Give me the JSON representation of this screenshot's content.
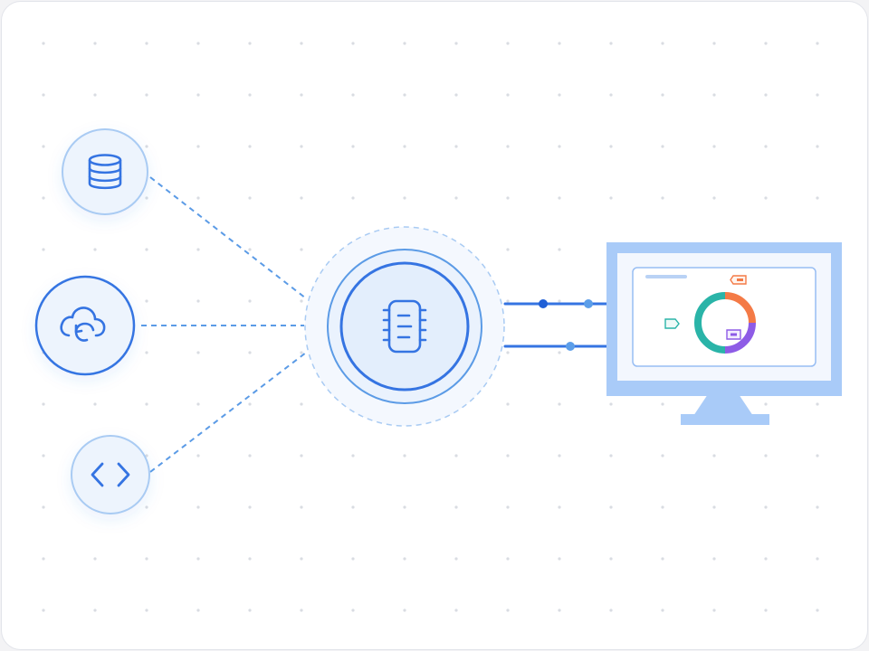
{
  "colors": {
    "background": "#ffffff",
    "page": "#f3f3f5",
    "grid_dot": "#d9dce2",
    "node_fill": "#edf4fd",
    "node_stroke": "#a9cbf3",
    "node_stroke_active": "#3574e2",
    "icon": "#3574e2",
    "connector": "#5b9be6",
    "connector_solid": "#3574e2",
    "connector_dot_dark": "#2060d6",
    "connector_dot_light": "#5c9ee9",
    "monitor_frame": "#a9cbf8",
    "monitor_screen": "#f3f7fe",
    "monitor_panel_border": "#97bdf3",
    "donut_teal": "#2ab4a8",
    "donut_orange": "#f47a46",
    "donut_purple": "#8e5ce6",
    "tag_orange": "#f47a46",
    "tag_purple": "#8e5ce6",
    "tag_teal": "#2ab4a8"
  },
  "nodes": {
    "database": {
      "icon": "database-icon"
    },
    "cloud_sync": {
      "icon": "cloud-sync-icon"
    },
    "code": {
      "icon": "code-brackets-icon"
    },
    "processor": {
      "icon": "chip-icon"
    }
  },
  "monitor": {
    "donut_segments": [
      {
        "name": "teal",
        "value": 50
      },
      {
        "name": "orange",
        "value": 25
      },
      {
        "name": "purple",
        "value": 25
      }
    ]
  }
}
